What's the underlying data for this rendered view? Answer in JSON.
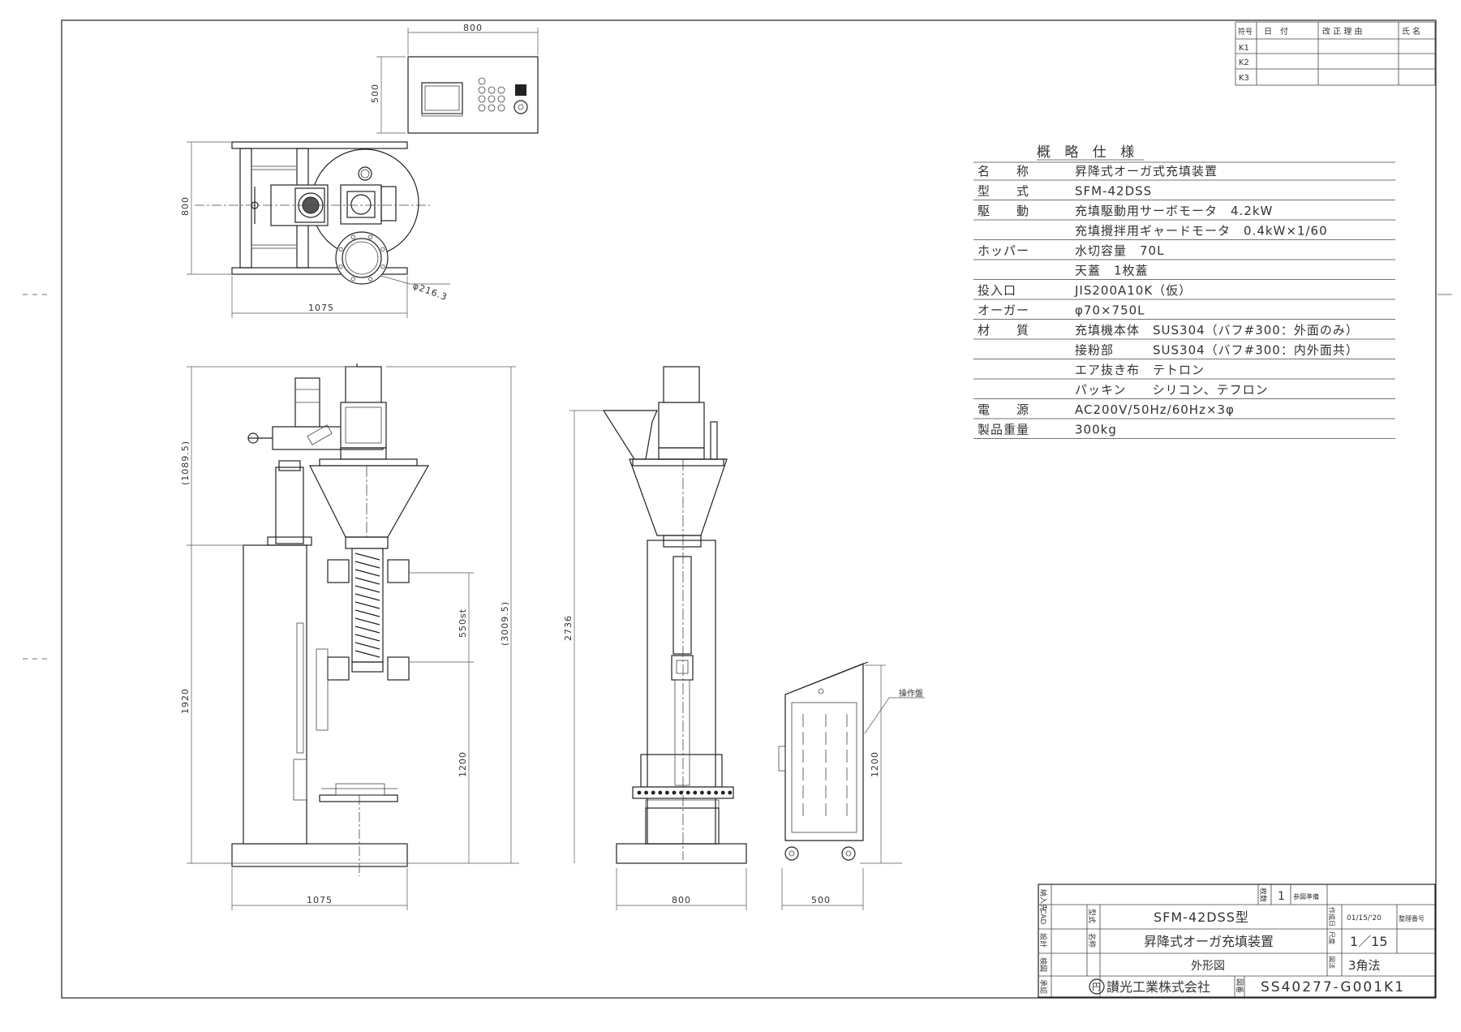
{
  "revision_table": {
    "headers": [
      "符号",
      "日　付",
      "改 正 理 由",
      "氏 名"
    ],
    "rows": [
      "K1",
      "K2",
      "K3"
    ]
  },
  "spec": {
    "title": "概 略 仕 様",
    "rows": [
      {
        "label": "名　　称",
        "value": "昇降式オーガ式充填装置"
      },
      {
        "label": "型　　式",
        "value": "SFM-42DSS"
      },
      {
        "label": "駆　　動",
        "value": "充填駆動用サーボモータ　4.2kW"
      },
      {
        "label": "",
        "value": "充填攪拌用ギャードモータ　0.4kW×1/60"
      },
      {
        "label": "ホッパー",
        "value": "水切容量　70L"
      },
      {
        "label": "",
        "value": "天蓋　1枚蓋"
      },
      {
        "label": "投入口",
        "value": "JIS200A10K（仮）"
      },
      {
        "label": "オーガー",
        "value": "φ70×750L"
      },
      {
        "label": "材　　質",
        "value": "充填機本体　SUS304（バフ#300：外面のみ）"
      },
      {
        "label": "",
        "value": "接粉部　　　SUS304（バフ#300：内外面共）"
      },
      {
        "label": "",
        "value": "エア抜き布　テトロン"
      },
      {
        "label": "",
        "value": "パッキン　　シリコン、テフロン"
      },
      {
        "label": "電　　源",
        "value": "AC200V/50Hz/60Hz×3φ"
      },
      {
        "label": "製品重量",
        "value": "300kg"
      }
    ]
  },
  "dimensions": {
    "panel_width": "800",
    "panel_height": "500",
    "plan_depth": "800",
    "plan_width": "1075",
    "flange_dia": "φ216.3",
    "upper_height": "(1089.5)",
    "total_height": "(3009.5)",
    "lower_height": "1920",
    "stroke": "550st",
    "table_height": "1200",
    "side_height": "2736",
    "panel_front_height": "1200",
    "front_width": "1075",
    "side_width": "800",
    "panel_side_width": "500",
    "panel_note": "操作盤"
  },
  "title_block": {
    "labels": {
      "delivery": "納入先",
      "cad": "CAD",
      "design": "設計",
      "check": "検図",
      "approve": "承認",
      "sheets": "枚数",
      "model": "型式",
      "name": "名称",
      "date_lbl": "作成日",
      "scale_lbl": "尺度",
      "method_lbl": "図法",
      "drawing_lbl": "図番",
      "ref_lbl": "整理番号",
      "prep_lbl": "参図準備"
    },
    "sheets_value": "1",
    "model": "SFM-42DSS型",
    "name": "昇降式オーガ充填装置",
    "drawing_title": "外形図",
    "company": "讃光工業株式会社",
    "company_mark": "円",
    "date": "01/15/'20",
    "scale": "1／15",
    "projection": "3角法",
    "drawing_no": "SS40277-G001K1"
  }
}
